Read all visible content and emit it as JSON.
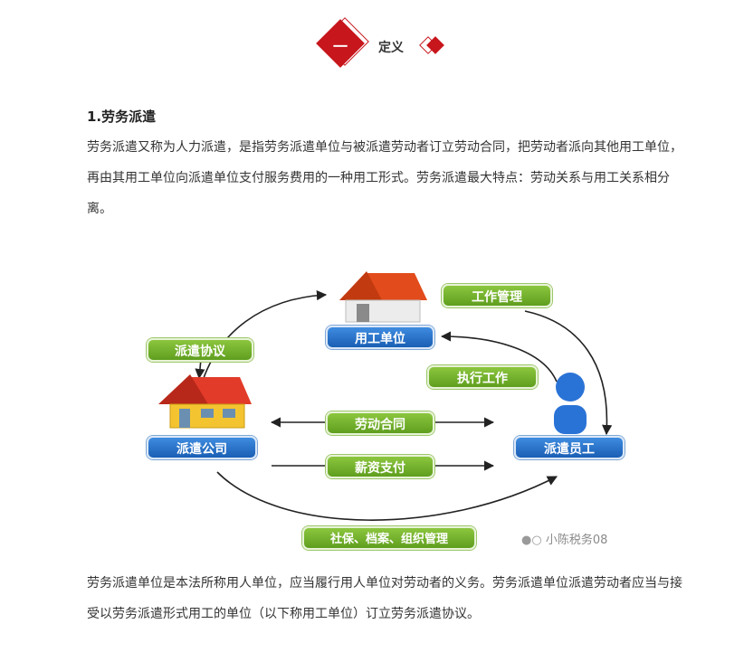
{
  "header": {
    "number": "一",
    "title": "定义"
  },
  "section": {
    "heading": "1.劳务派遣"
  },
  "paragraphs": {
    "p1": "劳务派遣又称为人力派遣，是指劳务派遣单位与被派遣劳动者订立劳动合同，把劳动者派向其他用工单位，再由其用工单位向派遣单位支付服务费用的一种用工形式。劳务派遣最大特点：劳动关系与用工关系相分离。",
    "p2": "劳务派遣单位是本法所称用人单位，应当履行用人单位对劳动者的义务。劳务派遣单位派遣劳动者应当与接受以劳务派遣形式用工的单位（以下称用工单位）订立劳务派遣协议。"
  },
  "diagram": {
    "employer": "用工单位",
    "agency": "派遣公司",
    "employee": "派遣员工",
    "dispatch_agreement": "派遣协议",
    "work_management": "工作管理",
    "perform_work": "执行工作",
    "labor_contract": "劳动合同",
    "salary_payment": "薪资支付",
    "social_security": "社保、档案、组织管理"
  },
  "watermark": "小陈税务08",
  "colors": {
    "accent_red": "#c8161d",
    "green": "#6aa82b",
    "blue": "#1f66bd"
  }
}
